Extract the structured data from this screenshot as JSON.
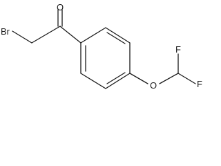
{
  "molecule": {
    "atoms": {
      "bromine": "Br",
      "carbonyl_oxygen": "O",
      "ether_oxygen": "O",
      "fluorine_top": "F",
      "fluorine_right": "F"
    }
  }
}
